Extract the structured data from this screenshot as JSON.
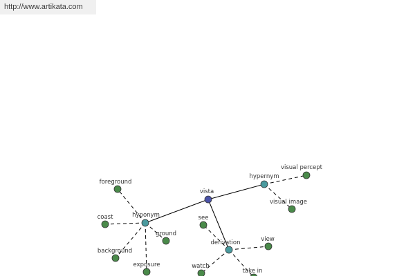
{
  "source_link": "http://www.artikata.com",
  "colors": {
    "center": "#4a52a8",
    "relation": "#4a9a9e",
    "word": "#4a8a4a"
  },
  "graph": {
    "center": "vista",
    "relations": [
      "hypernym",
      "hyponym",
      "derivation"
    ],
    "words": {
      "hypernym": [
        "visual percept",
        "visual image"
      ],
      "hyponym": [
        "foreground",
        "coast",
        "background",
        "exposure",
        "ground"
      ],
      "derivation": [
        "see",
        "view",
        "watch",
        "take in"
      ]
    }
  }
}
